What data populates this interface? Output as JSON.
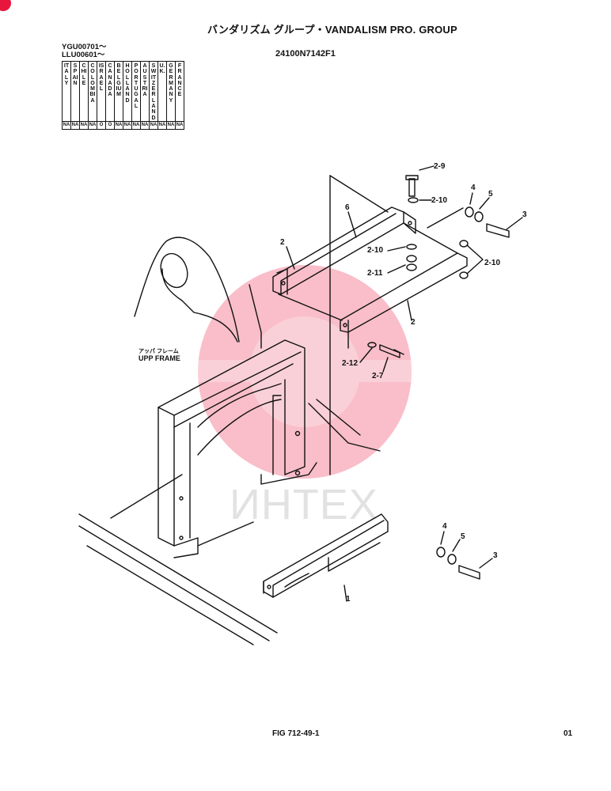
{
  "header": {
    "title": "バンダリズム グループ・VANDALISM PRO. GROUP",
    "serial_1": "YGU00701～",
    "serial_2": "LLU00601～",
    "drawing_number": "24100N7142F1"
  },
  "countries": [
    {
      "name": "ITALY",
      "code": "NA"
    },
    {
      "name": "SPAIN",
      "code": "NA"
    },
    {
      "name": "CHILE",
      "code": "NA"
    },
    {
      "name": "COLOMBIA",
      "code": "NA"
    },
    {
      "name": "ISRAEL",
      "code": "O"
    },
    {
      "name": "CANADA",
      "code": "O"
    },
    {
      "name": "BELGIUM",
      "code": "NA"
    },
    {
      "name": "HOLLAND",
      "code": "NA"
    },
    {
      "name": "PORTUGAL",
      "code": "NA"
    },
    {
      "name": "AUSTRIA",
      "code": "NA"
    },
    {
      "name": "SWITZERLAND",
      "code": "NA"
    },
    {
      "name": "U.K.",
      "code": "NA"
    },
    {
      "name": "GERMANY",
      "code": "NA"
    },
    {
      "name": "FRANCE",
      "code": "NA"
    }
  ],
  "frame_label": {
    "jp": "アッパ フレーム",
    "en": "UPP FRAME"
  },
  "callouts": {
    "c2_9": "2-9",
    "c2_10a": "2-10",
    "c4a": "4",
    "c5a": "5",
    "c3a": "3",
    "c6": "6",
    "c2a": "2",
    "c2_10b": "2-10",
    "c2_10c": "2-10",
    "c2_11": "2-11",
    "c2b": "2",
    "c2_12": "2-12",
    "c2_7": "2-7",
    "c4b": "4",
    "c5b": "5",
    "c3b": "3",
    "c1": "1"
  },
  "watermark": {
    "text": "ИНТЕХ",
    "color": "#e8163c"
  },
  "footer": {
    "figure": "FIG 712-49-1",
    "page": "01"
  }
}
